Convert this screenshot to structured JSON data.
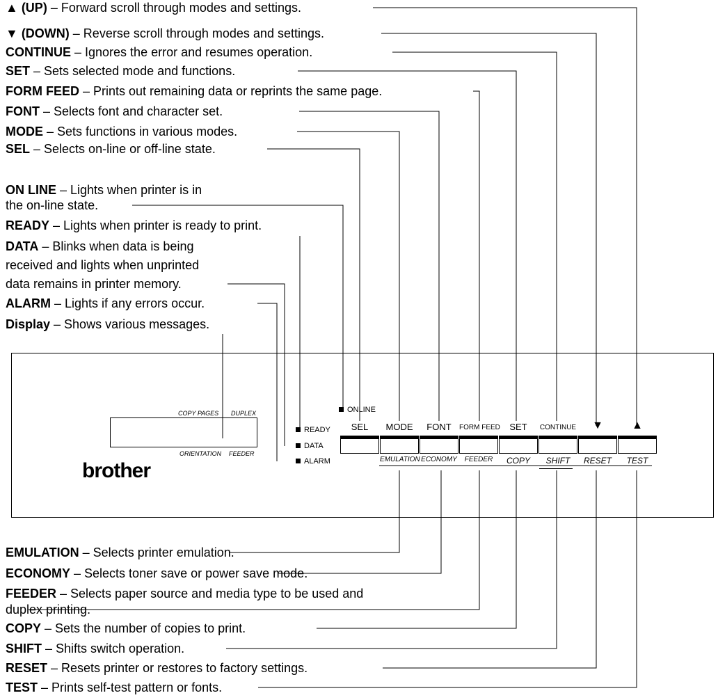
{
  "top_descriptions": [
    {
      "name": "▲ (UP)",
      "text": " – Forward scroll through modes and settings."
    },
    {
      "name": "▼ (DOWN)",
      "text": " – Reverse scroll through modes and settings."
    },
    {
      "name": "CONTINUE",
      "text": " – Ignores the error and resumes operation."
    },
    {
      "name": "SET",
      "text": " – Sets selected mode and functions."
    },
    {
      "name": "FORM FEED",
      "text": " – Prints out remaining data or reprints the same page."
    },
    {
      "name": "FONT",
      "text": " – Selects font and character set."
    },
    {
      "name": "MODE",
      "text": " – Sets functions in various modes."
    },
    {
      "name": "SEL",
      "text": " – Selects on-line or off-line state."
    }
  ],
  "led_descriptions": {
    "online_name": "ON LINE",
    "online_text_1": " – Lights when printer is in",
    "online_text_2": "the on-line state.",
    "ready_name": "READY",
    "ready_text": " – Lights when printer is ready to print.",
    "data_name": "DATA",
    "data_text_1": " – Blinks when data is being",
    "data_text_2": "received and lights when unprinted",
    "data_text_3": "data remains in printer memory.",
    "alarm_name": "ALARM",
    "alarm_text": " – Lights if any errors occur.",
    "display_name": "Display",
    "display_text": " – Shows various messages."
  },
  "panel": {
    "brand": "brother",
    "lcd_labels": {
      "copy_pages": "COPY PAGES",
      "duplex": "DUPLEX",
      "orientation": "ORIENTATION",
      "feeder": "FEEDER"
    },
    "leds": {
      "online": "ONLINE",
      "ready": "READY",
      "data": "DATA",
      "alarm": "ALARM"
    },
    "keys": [
      "SEL",
      "MODE",
      "FONT",
      "FORM FEED",
      "SET",
      "CONTINUE",
      "▼",
      "▲"
    ],
    "sublabels": [
      "EMULATION",
      "ECONOMY",
      "FEEDER",
      "COPY",
      "SHIFT",
      "RESET",
      "TEST"
    ]
  },
  "bottom_descriptions": [
    {
      "name": "EMULATION",
      "text": " – Selects printer emulation."
    },
    {
      "name": "ECONOMY",
      "text": " – Selects toner save or power save mode."
    },
    {
      "name": "FEEDER",
      "text": " – Selects paper source and media type to be used and",
      "text_2": "duplex printing."
    },
    {
      "name": "COPY",
      "text": " – Sets the number of copies to print."
    },
    {
      "name": "SHIFT",
      "text": " – Shifts switch operation."
    },
    {
      "name": "RESET",
      "text": " – Resets printer or restores to factory settings."
    },
    {
      "name": "TEST",
      "text": " – Prints self-test pattern or fonts."
    }
  ]
}
